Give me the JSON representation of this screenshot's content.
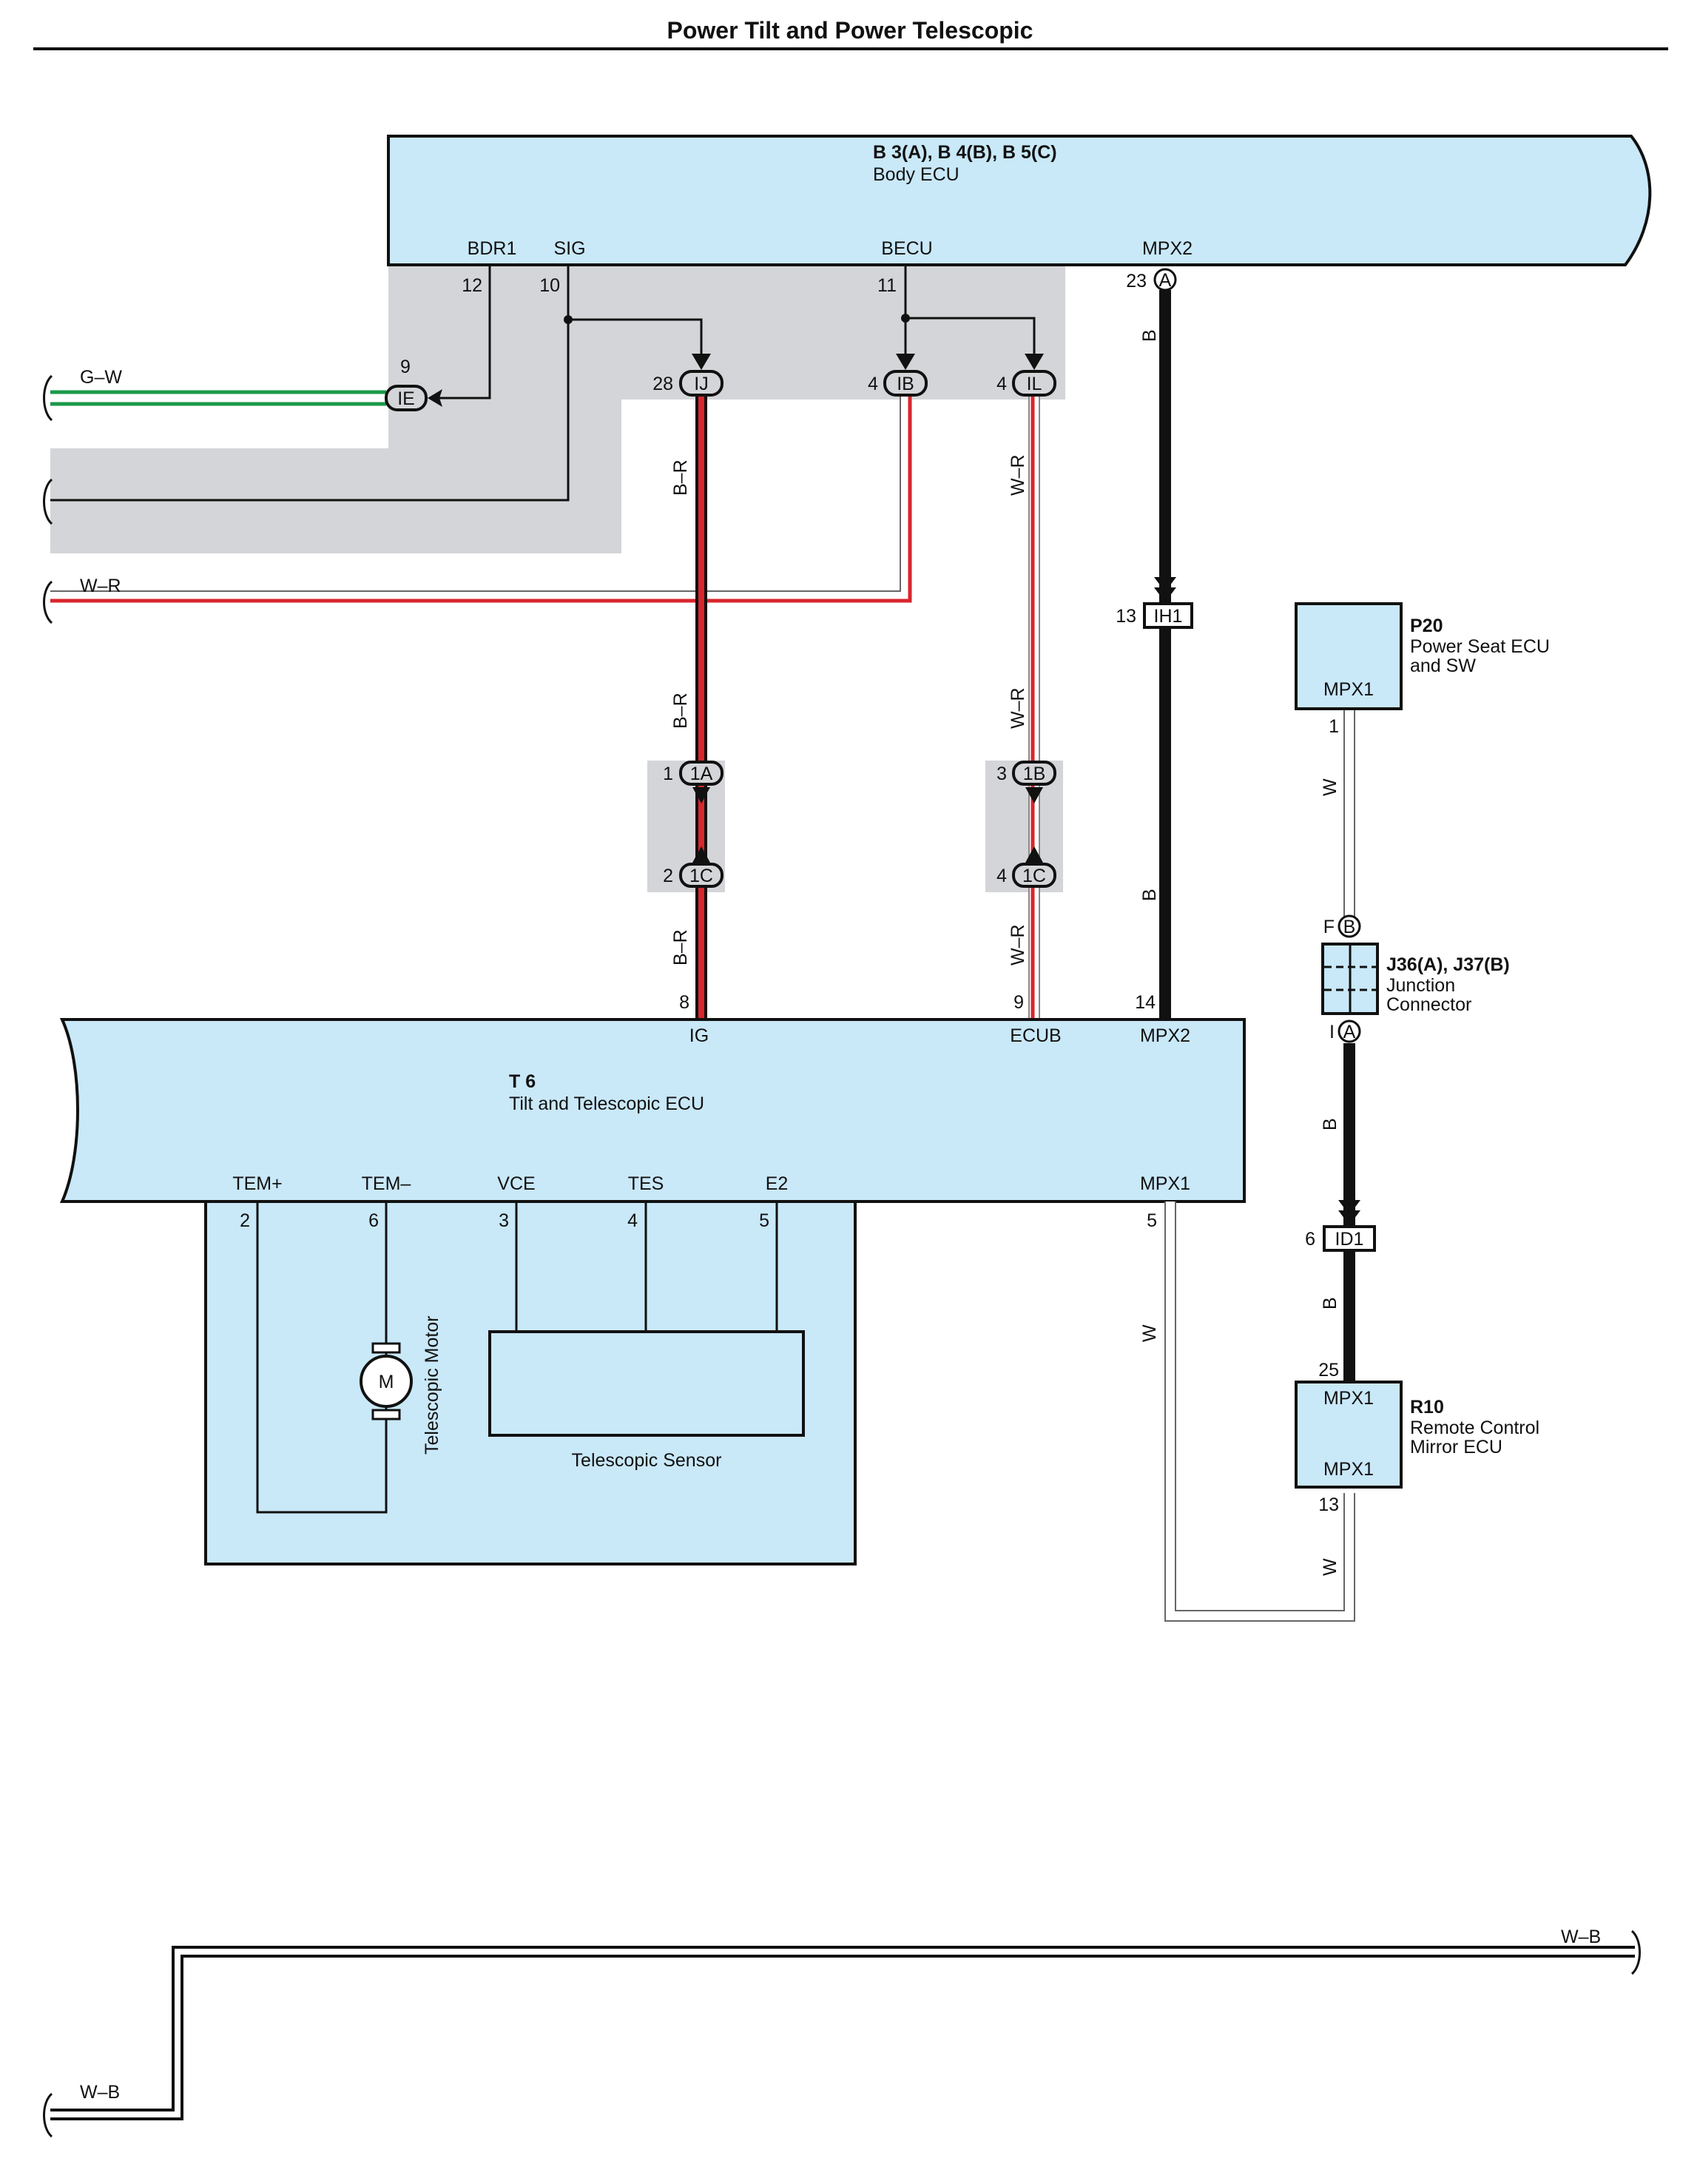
{
  "title": "Power Tilt and Power Telescopic",
  "colors": {
    "ecu_fill": "#c9e8f8",
    "shade": "#d4d5d8",
    "green": "#1a9a4a",
    "red": "#d8262c",
    "wire": "#111111"
  },
  "body_ecu": {
    "code": "B 3(A), B 4(B), B 5(C)",
    "name": "Body ECU",
    "terminals": [
      {
        "label": "BDR1",
        "pin": "12"
      },
      {
        "label": "SIG",
        "pin": "10"
      },
      {
        "label": "BECU",
        "pin": "11"
      },
      {
        "label": "MPX2",
        "pin": "23"
      }
    ],
    "connector_letter": "A"
  },
  "connectors": {
    "IE": {
      "code": "IE",
      "pin": "9"
    },
    "IJ": {
      "code": "IJ",
      "pin": "28"
    },
    "IB": {
      "code": "IB",
      "pin": "4"
    },
    "IL": {
      "code": "IL",
      "pin": "4"
    },
    "IH1": {
      "code": "IH1",
      "pin": "13"
    },
    "1A": {
      "code": "1A",
      "pin": "1"
    },
    "1B": {
      "code": "1B",
      "pin": "3"
    },
    "1C_left": {
      "code": "1C",
      "pin": "2"
    },
    "1C_right": {
      "code": "1C",
      "pin": "4"
    },
    "ID1": {
      "code": "ID1",
      "pin": "6"
    }
  },
  "wire_colors": {
    "gw": "G–W",
    "wr": "W–R",
    "br": "B–R",
    "b": "B",
    "w": "W",
    "wb": "W–B"
  },
  "t6": {
    "code": "T 6",
    "name": "Tilt and Telescopic ECU",
    "top_terminals": [
      {
        "label": "IG",
        "pin": "8"
      },
      {
        "label": "ECUB",
        "pin": "9"
      },
      {
        "label": "MPX2",
        "pin": "14"
      }
    ],
    "bottom_terminals": [
      {
        "label": "TEM+",
        "pin": "2"
      },
      {
        "label": "TEM–",
        "pin": "6"
      },
      {
        "label": "VCE",
        "pin": "3"
      },
      {
        "label": "TES",
        "pin": "4"
      },
      {
        "label": "E2",
        "pin": "5"
      },
      {
        "label": "MPX1",
        "pin": "5"
      }
    ],
    "motor_symbol": "M",
    "motor_label": "Telescopic Motor",
    "sensor_label": "Telescopic Sensor"
  },
  "p20": {
    "code": "P20",
    "name_line1": "Power Seat ECU",
    "name_line2": "and SW",
    "terminal": "MPX1",
    "pin": "1"
  },
  "junction": {
    "code": "J36(A), J37(B)",
    "name_line1": "Junction",
    "name_line2": "Connector",
    "top_pin": "F",
    "top_letter": "B",
    "bottom_pin": "I",
    "bottom_letter": "A"
  },
  "r10": {
    "code": "R10",
    "name_line1": "Remote Control",
    "name_line2": "Mirror ECU",
    "terminal_top": "MPX1",
    "terminal_bottom": "MPX1",
    "pin_top": "25",
    "pin_bottom": "13"
  }
}
